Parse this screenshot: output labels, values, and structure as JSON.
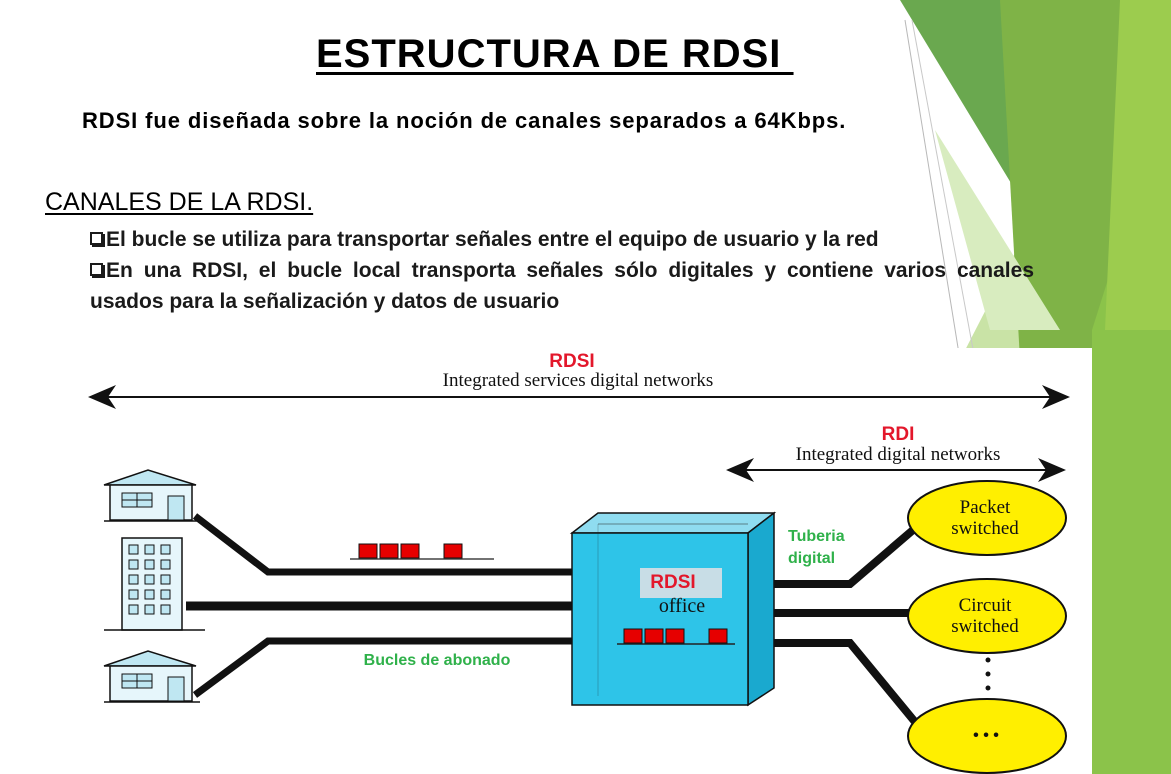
{
  "slide": {
    "title": "ESTRUCTURA DE RDSI ",
    "intro": "RDSI fue diseñada sobre la noción de canales separados a 64Kbps.",
    "section_heading": "CANALES DE LA RDSI.",
    "bullets": [
      "El bucle se utiliza para transportar señales entre el equipo de usuario y la red",
      "En una RDSI, el bucle local transporta señales sólo digitales y contiene varios canales usados para la señalización y datos de usuario"
    ]
  },
  "diagram": {
    "rdsi_label": "RDSI",
    "rdsi_caption": "Integrated services digital networks",
    "rdi_label": "RDI",
    "rdi_caption": "Integrated digital networks",
    "office_label": "RDSI",
    "office_caption": "office",
    "tuberia_line1": "Tuberia",
    "tuberia_line2": "digital",
    "bucles_label": "Bucles de abonado",
    "packet_line1": "Packet",
    "packet_line2": "switched",
    "circuit_line1": "Circuit",
    "circuit_line2": "switched",
    "ellipsis": "• • •",
    "colors": {
      "red_label": "#e3172b",
      "green_label": "#2fb14a",
      "office_blue": "#2ec4e8",
      "ellipse_yellow": "#ffef00",
      "slot_red": "#e60000",
      "theme_green": "#8bc34a"
    }
  }
}
